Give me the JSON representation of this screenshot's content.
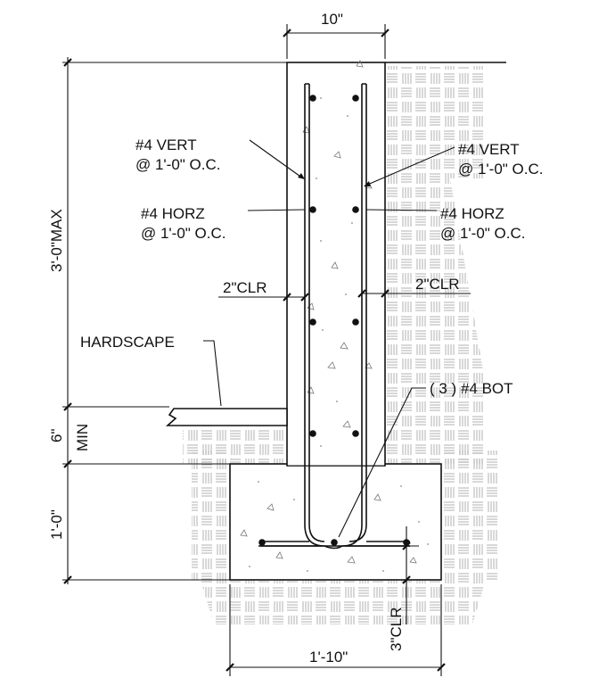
{
  "labels": {
    "wall_thickness": "10\"",
    "wall_height": "3'-0\"MAX",
    "vert_left_1": "#4 VERT",
    "vert_left_2": "@ 1'-0\" O.C.",
    "vert_right_1": "#4 VERT",
    "vert_right_2": "@ 1'-0\" O.C.",
    "horz_left_1": "#4 HORZ",
    "horz_left_2": "@ 1'-0\" O.C.",
    "horz_right_1": "#4 HORZ",
    "horz_right_2": "@ 1'-0\" O.C.",
    "clr_left": "2\"CLR",
    "clr_right": "2\"CLR",
    "hardscape": "HARDSCAPE",
    "bot_bars": "( 3 ) #4 BOT",
    "min_6": "6\"",
    "min_word": "MIN",
    "footing_depth": "1'-0\"",
    "footing_width": "1'-10\"",
    "clr_3": "3\"CLR"
  },
  "colors": {
    "line": "#111111",
    "hatch": "#9a9a9a"
  }
}
